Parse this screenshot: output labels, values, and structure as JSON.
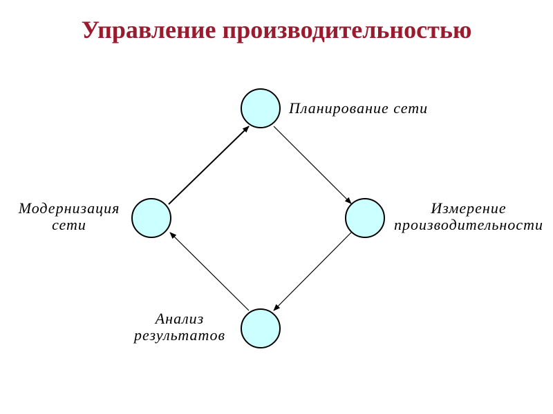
{
  "title": "Управление производительностью",
  "colors": {
    "title": "#9B1B2E",
    "node_fill": "#CCFFFF",
    "node_stroke": "#000000",
    "arrow": "#000000"
  },
  "nodes": {
    "planning": {
      "line1": "Планирование сети"
    },
    "modernization": {
      "line1": "Модернизация",
      "line2": "сети"
    },
    "measurement": {
      "line1": "Измерение",
      "line2": "производительности"
    },
    "analysis": {
      "line1": "Анализ",
      "line2": "результатов"
    }
  },
  "cycle": [
    "planning",
    "measurement",
    "analysis",
    "modernization"
  ]
}
